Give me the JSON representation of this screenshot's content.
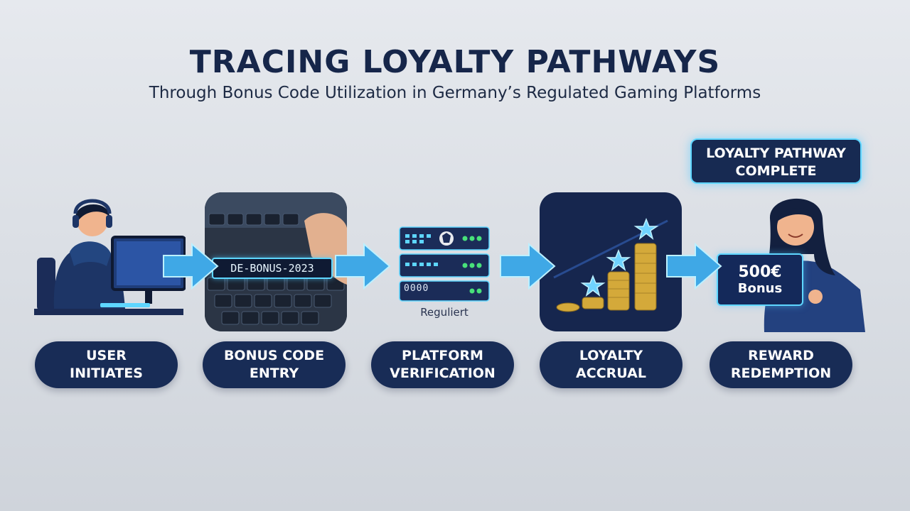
{
  "title": "TRACING LOYALTY PATHWAYS",
  "subtitle": "Through Bonus Code Utilization in Germany’s Regulated Gaming Platforms",
  "badge": {
    "line1": "LOYALTY PATHWAY",
    "line2": "COMPLETE"
  },
  "steps": [
    {
      "line1": "USER",
      "line2": "INITIATES",
      "icon": "user-at-computer"
    },
    {
      "line1": "BONUS CODE",
      "line2": "ENTRY",
      "icon": "keyboard-code-entry"
    },
    {
      "line1": "PLATFORM",
      "line2": "VERIFICATION",
      "icon": "server-stack"
    },
    {
      "line1": "LOYALTY",
      "line2": "ACCRUAL",
      "icon": "coin-stacks-stars"
    },
    {
      "line1": "REWARD",
      "line2": "REDEMPTION",
      "icon": "person-with-tablet"
    }
  ],
  "code_entry": {
    "code": "DE-BONUS-2023"
  },
  "server": {
    "caption": "Reguliert",
    "readout": "0000"
  },
  "reward": {
    "amount": "500€",
    "word": "Bonus"
  },
  "colors": {
    "navy": "#182c56",
    "accent": "#5ed6ff",
    "title": "#16264a"
  }
}
